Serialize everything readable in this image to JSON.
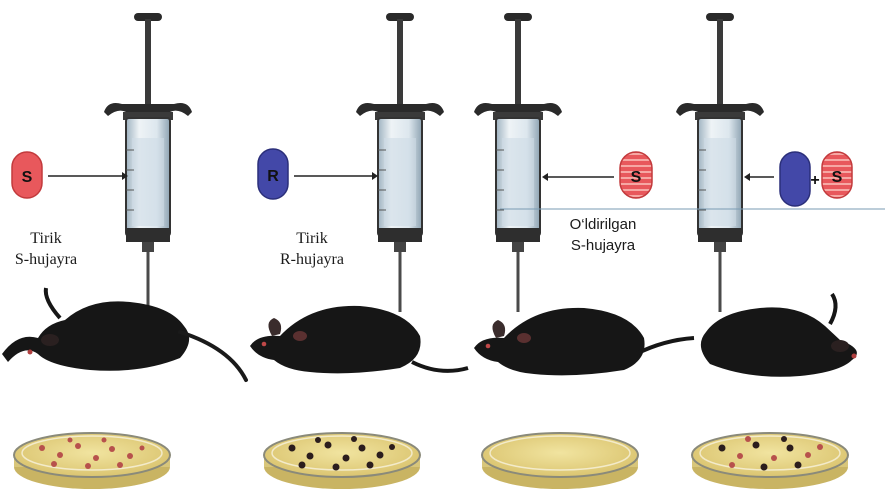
{
  "colors": {
    "s_cell": "#e8585c",
    "s_cell_stripe": "#f6a8a4",
    "r_cell": "#4348a8",
    "mouse": "#161616",
    "syringe_fluid": "#d7e2ea",
    "plate_agar": "#e9d889",
    "colony_dark": "#2b1d1d",
    "colony_red": "#b7514c"
  },
  "experiments": [
    {
      "cell_label": "S",
      "caption_line1": "Tirik",
      "caption_line2": "S-hujayra",
      "cell_type": "live-S",
      "mouse_state": "dead",
      "plate": "colonies"
    },
    {
      "cell_label": "R",
      "caption_line1": "Tirik",
      "caption_line2": "R-hujayra",
      "cell_type": "live-R",
      "mouse_state": "alive",
      "plate": "colonies"
    },
    {
      "cell_label": "S",
      "caption_line1": "O‘ldirilgan",
      "caption_line2": "S-hujayra",
      "cell_type": "killed-S",
      "mouse_state": "alive",
      "plate": "empty"
    },
    {
      "cell_label_r": "",
      "plus": "+",
      "cell_label": "S",
      "cell_type": "live-R + killed-S",
      "mouse_state": "dead",
      "plate": "colonies"
    }
  ]
}
